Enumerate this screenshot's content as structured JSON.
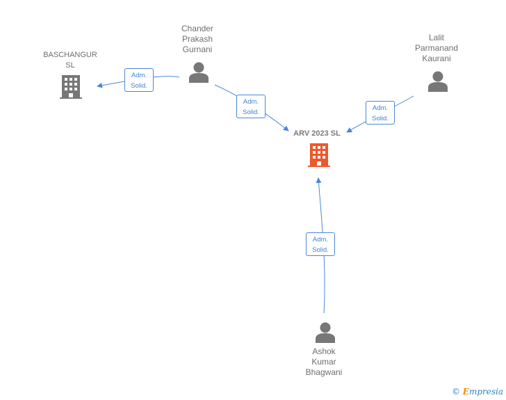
{
  "nodes": {
    "arv": {
      "name": "ARV 2023  SL",
      "kind": "company-main"
    },
    "baschangur": {
      "name": "BASCHANGUR\nSL",
      "kind": "company"
    },
    "chander": {
      "name": "Chander\nPrakash\nGurnani",
      "kind": "person"
    },
    "lalit": {
      "name": "Lalit\nParmanand\nKaurani",
      "kind": "person"
    },
    "ashok": {
      "name": "Ashok\nKumar\nBhagwani",
      "kind": "person"
    }
  },
  "relations": [
    {
      "from": "chander",
      "to": "baschangur",
      "label": "Adm.\nSolid."
    },
    {
      "from": "chander",
      "to": "arv",
      "label": "Adm.\nSolid."
    },
    {
      "from": "lalit",
      "to": "arv",
      "label": "Adm.\nSolid."
    },
    {
      "from": "ashok",
      "to": "arv",
      "label": "Adm.\nSolid."
    }
  ],
  "colors": {
    "edge": "#4a86d8",
    "person_icon": "#777777",
    "company_icon": "#777777",
    "main_company_icon": "#f0572a"
  },
  "footer": {
    "copyright_symbol": "©",
    "brand_initial": "E",
    "brand_rest": "mpresia"
  }
}
